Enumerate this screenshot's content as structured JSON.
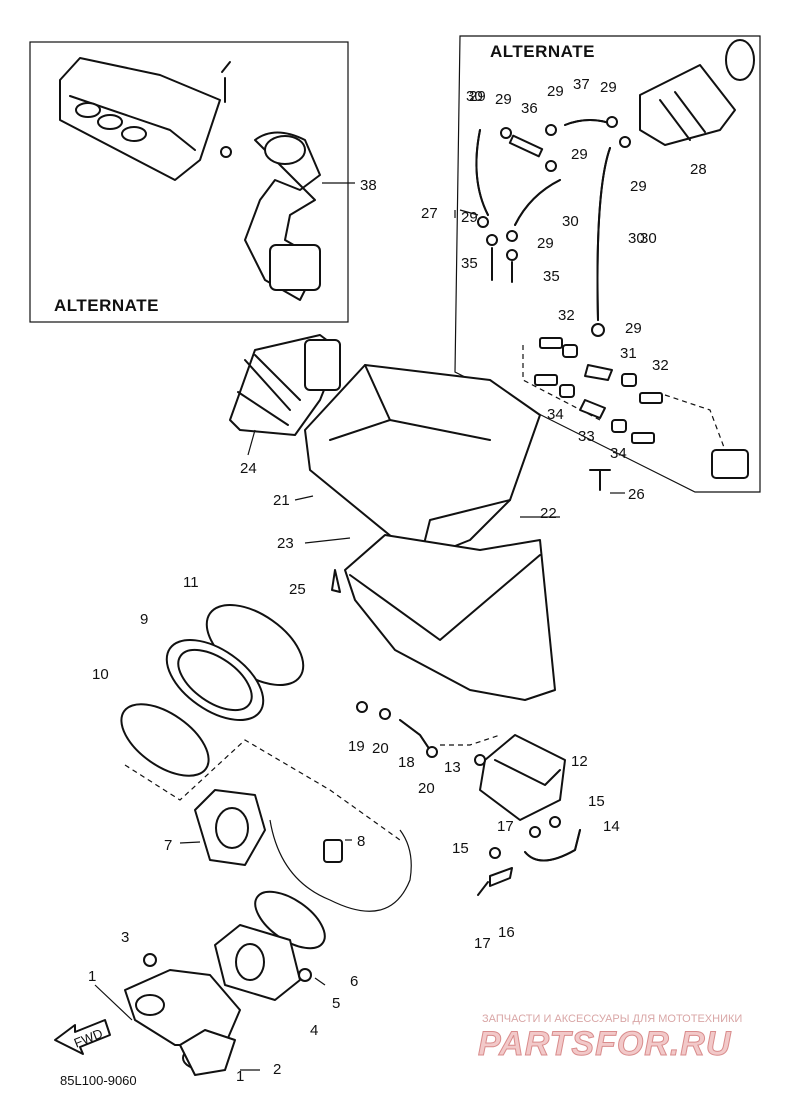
{
  "diagram": {
    "code": "85L100-9060",
    "alternate_labels": [
      "ALTERNATE",
      "ALTERNATE"
    ],
    "callouts": [
      "1",
      "1",
      "2",
      "3",
      "4",
      "5",
      "6",
      "7",
      "8",
      "9",
      "10",
      "11",
      "12",
      "13",
      "14",
      "15",
      "15",
      "16",
      "17",
      "17",
      "18",
      "19",
      "20",
      "20",
      "21",
      "22",
      "23",
      "24",
      "25",
      "26",
      "27",
      "28",
      "29",
      "29",
      "29",
      "29",
      "29",
      "29",
      "29",
      "29",
      "29",
      "30",
      "30",
      "30",
      "30",
      "31",
      "32",
      "32",
      "33",
      "34",
      "34",
      "35",
      "35",
      "36",
      "37",
      "38"
    ],
    "fwd_arrow": "FWD"
  },
  "watermark": {
    "line1": "ЗАПЧАСТИ И АКСЕССУАРЫ ДЛЯ МОТОТЕХНИКИ",
    "line2": "PARTSFOR.RU"
  }
}
